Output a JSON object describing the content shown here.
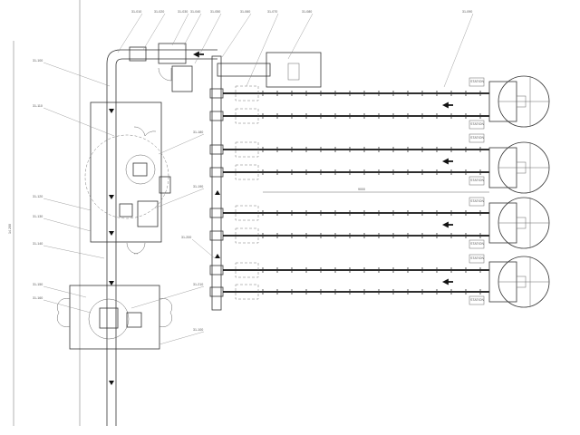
{
  "drawing": {
    "overall_dimension": "14 200",
    "line_dimension": "9000",
    "callouts_top": [
      "31-010",
      "31-020",
      "31-030",
      "31-040",
      "31-050",
      "31-060",
      "31-070",
      "31-080",
      "31-090"
    ],
    "callouts_left": [
      "31-100",
      "31-110",
      "31-120",
      "31-130",
      "31-140",
      "31-150",
      "31-160",
      "31-170"
    ],
    "callouts_right": [
      "31-180",
      "31-190",
      "31-200",
      "31-210"
    ],
    "station_tag": "STATION"
  }
}
